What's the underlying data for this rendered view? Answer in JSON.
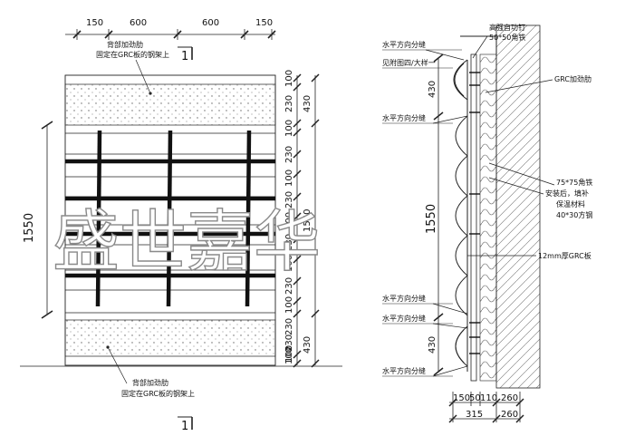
{
  "left_elevation": {
    "top_dims": [
      "150",
      "600",
      "600",
      "150"
    ],
    "section_marker_top": "1",
    "section_marker_bottom": "1",
    "height_dim": "1550",
    "right_dims": [
      "100",
      "230",
      "430",
      "100",
      "230",
      "100",
      "230",
      "100",
      "1550",
      "230",
      "100",
      "230",
      "100",
      "230",
      "100",
      "430",
      "230",
      "100"
    ],
    "note_top": [
      "背部加劲肋",
      "固定在GRC板的钢架上"
    ],
    "note_bottom": [
      "背部加劲肋",
      "固定在GRC板的钢架上"
    ]
  },
  "section": {
    "labels": {
      "bolt": [
        "高强自功钉",
        "50*50角铁"
      ],
      "joint_1": "水平方向分缝",
      "detail_ref": "见附图四/大样一",
      "rib": "GRC加劲肋",
      "joint_2": "水平方向分缝",
      "angle": [
        "75*75角铁",
        "安装后，填补",
        "保温材料",
        "40*30方钢"
      ],
      "panel": "12mm厚GRC板",
      "joint_3": "水平方向分缝",
      "joint_4": "水平方向分缝",
      "joint_5": "水平方向分缝"
    },
    "dim_430_top": "430",
    "dim_1550": "1550",
    "dim_430_bottom": "430",
    "bottom_dims": [
      "150",
      "50",
      "110",
      "260"
    ],
    "bottom_dims_2": [
      "315",
      "260"
    ]
  },
  "watermark": "盛世嘉华"
}
